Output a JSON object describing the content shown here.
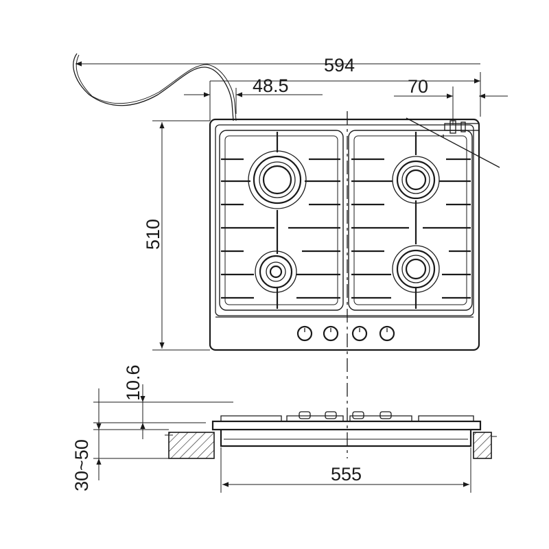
{
  "dimensions": {
    "overall_width": "594",
    "left_offset": "48.5",
    "right_offset": "70",
    "depth": "510",
    "glass_thickness": "10.6",
    "worktop_thickness": "30~50",
    "cutout_width": "555"
  },
  "product": {
    "burner_count": 4,
    "knob_count": 4
  }
}
